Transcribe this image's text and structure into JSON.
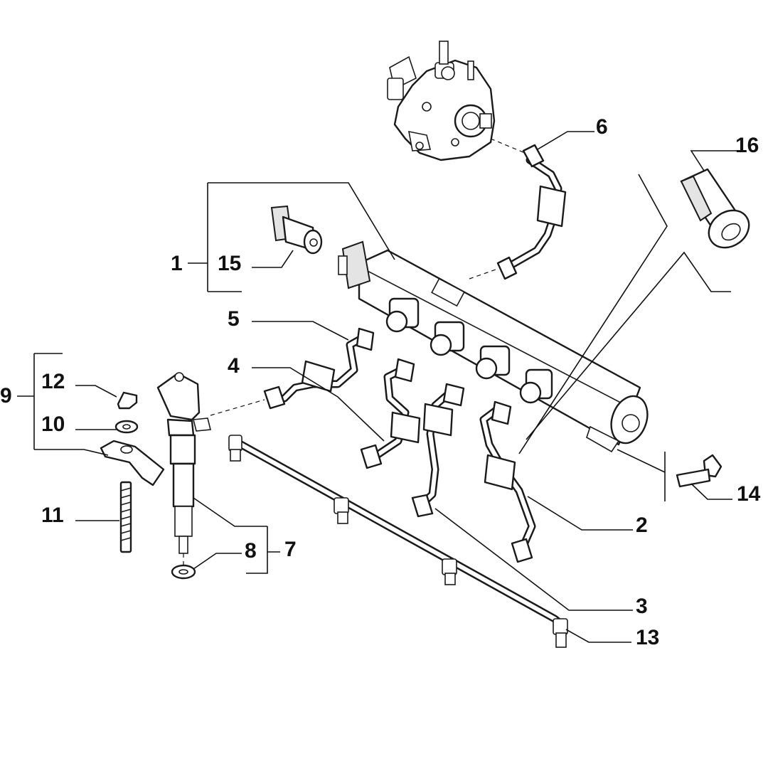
{
  "callouts": {
    "c1": "1",
    "c2": "2",
    "c3": "3",
    "c4": "4",
    "c5": "5",
    "c6": "6",
    "c7": "7",
    "c8": "8",
    "c9": "9",
    "c10": "10",
    "c11": "11",
    "c12": "12",
    "c13": "13",
    "c14": "14",
    "c15": "15",
    "c16": "16"
  },
  "colors": {
    "line": "#111111",
    "background": "#ffffff",
    "shade": "#e4e4e4"
  }
}
